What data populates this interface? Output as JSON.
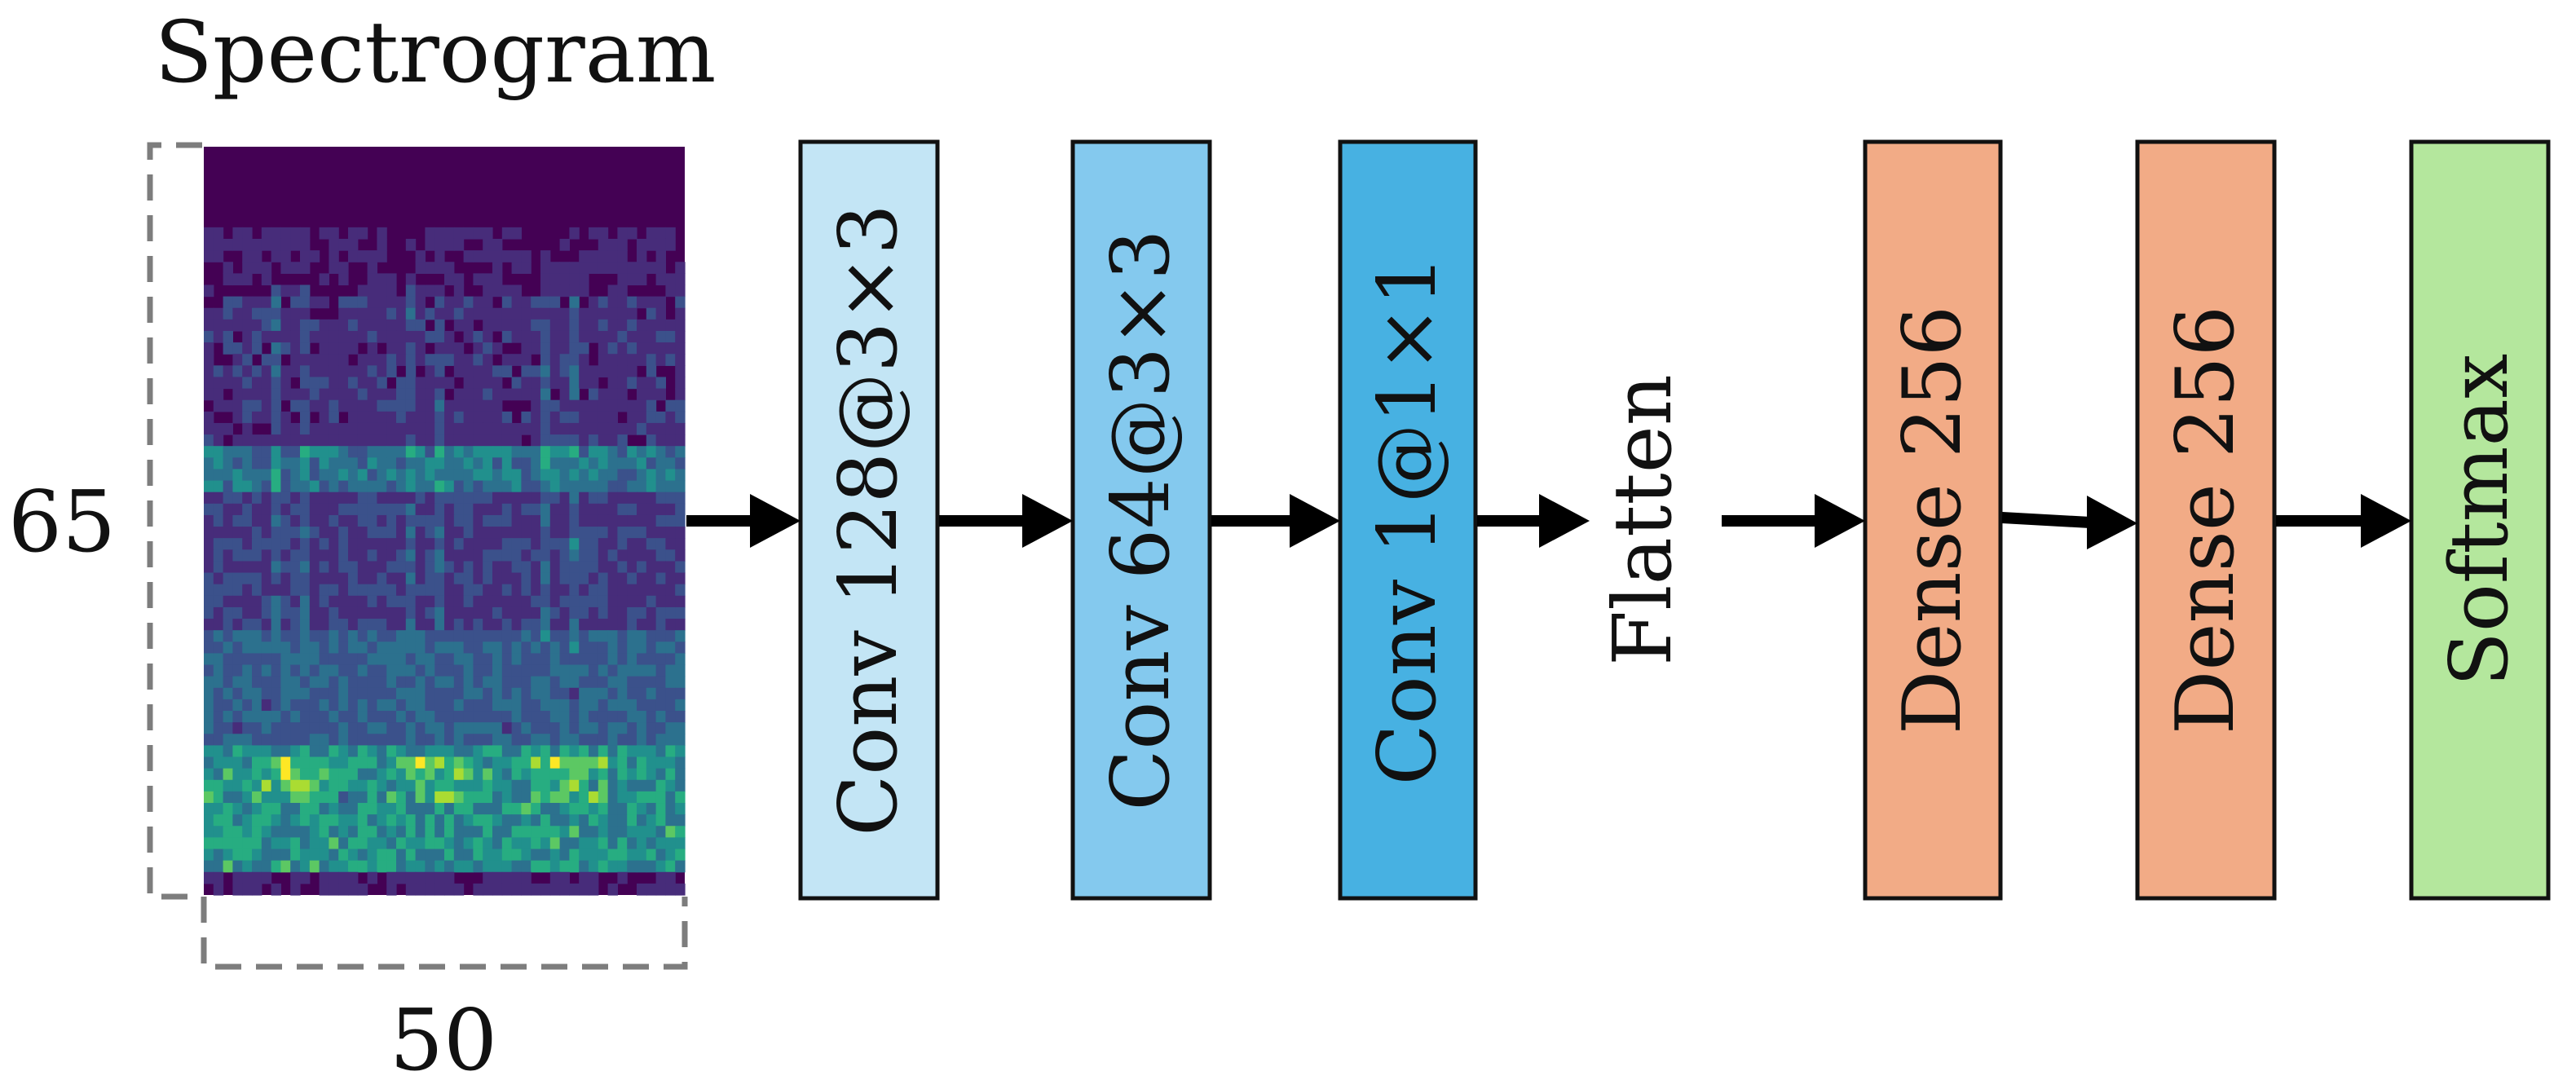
{
  "input": {
    "title": "Spectrogram",
    "height_label": "65",
    "width_label": "50",
    "colormap": [
      "#440154",
      "#472c7a",
      "#3b518b",
      "#2c718e",
      "#21908d",
      "#27ad81",
      "#5cc863",
      "#aadc32",
      "#fde725"
    ]
  },
  "layers": [
    {
      "label": "Conv 128@3×3",
      "color": "#c3e5f5",
      "boxed": true
    },
    {
      "label": "Conv 64@3×3",
      "color": "#84c9ee",
      "boxed": true
    },
    {
      "label": "Conv 1@1×1",
      "color": "#47b1e2",
      "boxed": true
    },
    {
      "label": "Flatten",
      "color": "",
      "boxed": false
    },
    {
      "label": "Dense 256",
      "color": "#f2ab86",
      "boxed": true
    },
    {
      "label": "Dense 256",
      "color": "#f2ab86",
      "boxed": true
    },
    {
      "label": "Softmax",
      "color": "#b4e79d",
      "boxed": true
    }
  ]
}
